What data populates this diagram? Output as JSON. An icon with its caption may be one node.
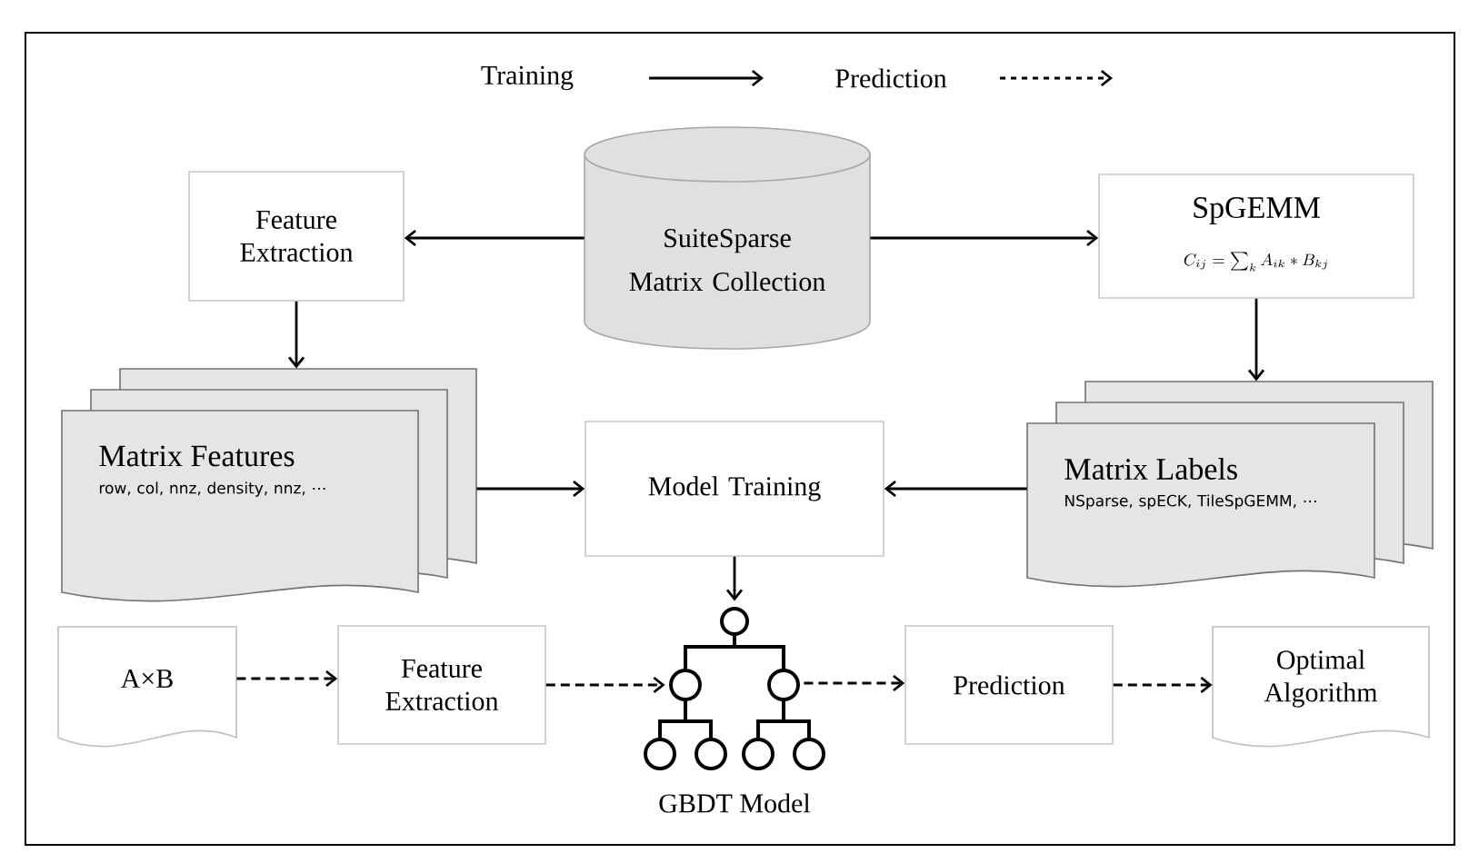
{
  "diagram": {
    "nodes": [
      {
        "text": [
          "Feature Extraction"
        ]
      },
      {
        "text": [
          "SuiteSparse Matrix Collection"
        ]
      },
      {
        "text": [
          "SpGEMM",
          "C_{ij} = \\sum_k A_{ik} * B_{kj}"
        ]
      },
      {
        "text": [
          "Matrix Features",
          "row, col, nnz, density, nnz, ⋯"
        ]
      },
      {
        "text": [
          "Model Training"
        ]
      },
      {
        "text": [
          "Matrix Labels",
          "NSparse, spECK, TileSpGEMM, ⋯"
        ]
      },
      {
        "text": [
          "A×B"
        ]
      },
      {
        "text": [
          "Feature Extraction"
        ]
      },
      {
        "text": [
          "GBDT Model"
        ]
      },
      {
        "text": [
          "Prediction"
        ]
      },
      {
        "text": [
          "Optimal Algorithm"
        ]
      }
    ],
    "edges": [
      {
        "from": 1,
        "to": 0,
        "arrow": "to"
      },
      {
        "from": 1,
        "to": 2,
        "arrow": "to"
      },
      {
        "from": 0,
        "to": 3,
        "arrow": "to"
      },
      {
        "from": 2,
        "to": 5,
        "arrow": "to"
      },
      {
        "from": 3,
        "to": 4,
        "arrow": "to"
      },
      {
        "from": 5,
        "to": 4,
        "arrow": "to"
      },
      {
        "from": 4,
        "to": 8,
        "arrow": "to"
      },
      {
        "from": 6,
        "to": 7,
        "arrow": "to",
        "style": "dashed"
      },
      {
        "from": 7,
        "to": 8,
        "arrow": "to",
        "style": "dashed"
      },
      {
        "from": 8,
        "to": 9,
        "arrow": "to",
        "style": "dashed"
      },
      {
        "from": 9,
        "to": 10,
        "arrow": "to",
        "style": "dashed"
      }
    ],
    "legend": [
      {
        "text": "Training"
      },
      {
        "text": "Prediction"
      }
    ]
  }
}
